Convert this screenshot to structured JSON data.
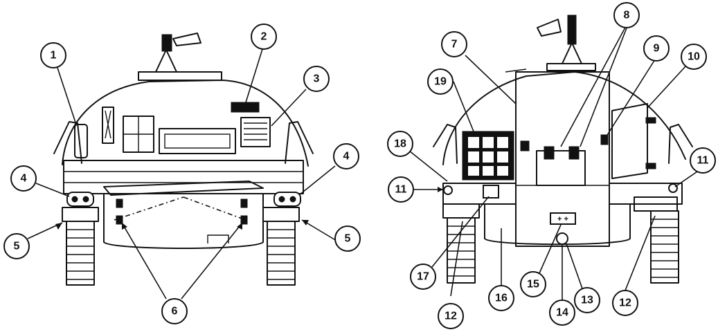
{
  "callouts": {
    "c1": "1",
    "c2": "2",
    "c3": "3",
    "c4a": "4",
    "c4b": "4",
    "c5a": "5",
    "c5b": "5",
    "c6": "6",
    "c7": "7",
    "c8": "8",
    "c9": "9",
    "c10": "10",
    "c11a": "11",
    "c11b": "11",
    "c12a": "12",
    "c12b": "12",
    "c13": "13",
    "c14": "14",
    "c15": "15",
    "c16": "16",
    "c17": "17",
    "c18": "18",
    "c19": "19"
  },
  "battery_terminal_marks": "+ +"
}
